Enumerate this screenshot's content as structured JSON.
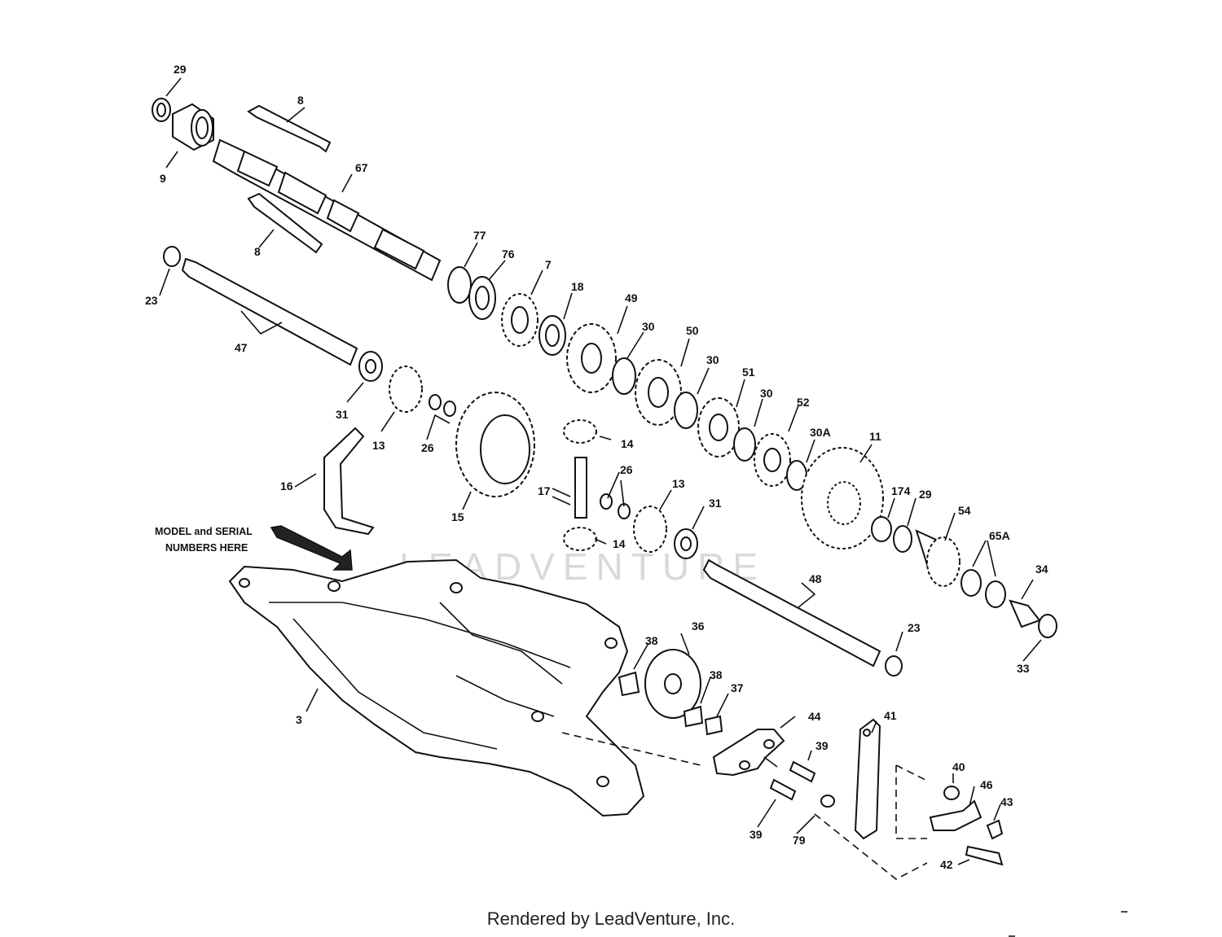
{
  "note": {
    "line1": "MODEL and SERIAL",
    "line2": "NUMBERS HERE"
  },
  "watermark": "LEADVENTURE",
  "credit": "Rendered by LeadVenture, Inc.",
  "labels": {
    "l29a": "29",
    "l8a": "8",
    "l9": "9",
    "l67": "67",
    "l8b": "8",
    "l23a": "23",
    "l47": "47",
    "l77": "77",
    "l76": "76",
    "l7": "7",
    "l18": "18",
    "l49": "49",
    "l30a": "30",
    "l50": "50",
    "l30b": "30",
    "l51": "51",
    "l30c": "30",
    "l52": "52",
    "l30A": "30A",
    "l11": "11",
    "l31a": "31",
    "l13a": "13",
    "l26a": "26",
    "l14a": "14",
    "l26b": "26",
    "l16": "16",
    "l17": "17",
    "l15": "15",
    "l13b": "13",
    "l31b": "31",
    "l14b": "14",
    "l174": "174",
    "l29b": "29",
    "l54": "54",
    "l65A": "65A",
    "l34": "34",
    "l48": "48",
    "l23b": "23",
    "l33": "33",
    "l38a": "38",
    "l36": "36",
    "l38b": "38",
    "l37": "37",
    "l3": "3",
    "l44": "44",
    "l41": "41",
    "l39a": "39",
    "l39b": "39",
    "l79": "79",
    "l40": "40",
    "l46": "46",
    "l43": "43",
    "l42": "42"
  }
}
